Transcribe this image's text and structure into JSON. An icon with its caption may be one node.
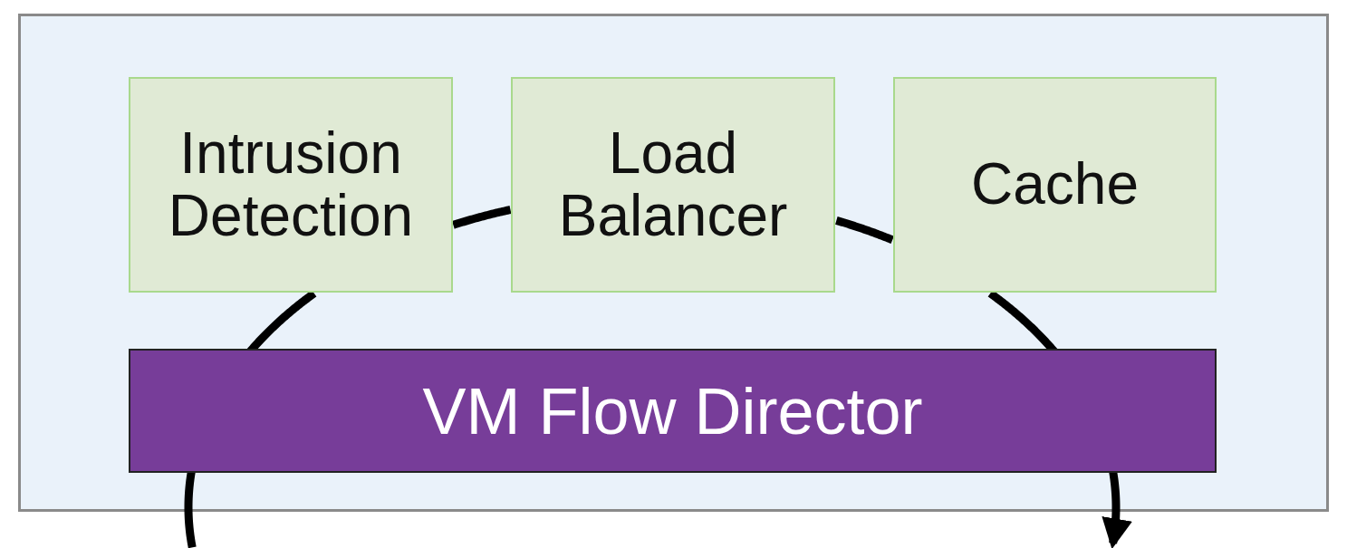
{
  "diagram": {
    "nodes": [
      {
        "text": [],
        "shape": "box"
      },
      {
        "text": [
          "Intrusion Detection"
        ],
        "in": 0
      },
      {
        "text": [
          "Load Balancer"
        ],
        "in": 0
      },
      {
        "text": [
          "Cache"
        ],
        "in": 0
      },
      {
        "text": [
          "VM Flow Director"
        ],
        "in": 0
      }
    ],
    "edges": [
      {
        "from": null,
        "to": 1,
        "arrow": "none"
      },
      {
        "from": 1,
        "to": 2,
        "arrow": "none"
      },
      {
        "from": 2,
        "to": 3,
        "arrow": "none"
      },
      {
        "from": 3,
        "to": null,
        "arrow": "to"
      }
    ]
  }
}
